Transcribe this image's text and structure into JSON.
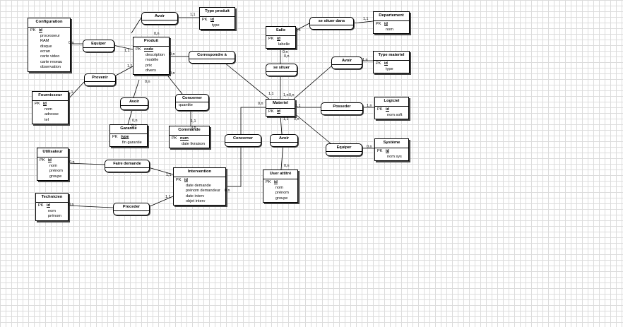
{
  "entities": [
    {
      "id": "configuration",
      "title": "Configuration",
      "pk": "PK",
      "key": "id",
      "attrs": [
        "processeur",
        "RAM",
        "disque",
        "ecran",
        "carte video",
        "carte reseau",
        "observation"
      ]
    },
    {
      "id": "produit",
      "title": "Produit",
      "pk": "PK",
      "key": "code",
      "attrs": [
        "description",
        "modèle",
        "prix",
        "divers"
      ]
    },
    {
      "id": "type-produit",
      "title": "Type produit",
      "pk": "PK",
      "key": "id",
      "attrs": [
        "type"
      ]
    },
    {
      "id": "salle",
      "title": "Salle",
      "pk": "PK",
      "key": "id",
      "attrs": [
        "labelle"
      ]
    },
    {
      "id": "departement",
      "title": "Departement",
      "pk": "PK",
      "key": "id",
      "attrs": [
        "nom"
      ]
    },
    {
      "id": "type-materiel",
      "title": "Type materiel",
      "pk": "PK",
      "key": "id",
      "attrs": [
        "type"
      ]
    },
    {
      "id": "fournisseur",
      "title": "Fournisseur",
      "pk": "PK",
      "key": "id",
      "attrs": [
        "nom",
        "adresse",
        "tel"
      ]
    },
    {
      "id": "materiel",
      "title": "Materiel",
      "pk": "PK",
      "key": "id",
      "attrs": []
    },
    {
      "id": "logiciel",
      "title": "Logiciel",
      "pk": "PK",
      "key": "id",
      "attrs": [
        "nom soft"
      ]
    },
    {
      "id": "garantie",
      "title": "Garantie",
      "pk": "PK",
      "key": "type",
      "attrs": [
        "fin garantie"
      ]
    },
    {
      "id": "commande",
      "title": "Commande",
      "pk": "PK",
      "key": "num",
      "attrs": [
        "date livraison"
      ]
    },
    {
      "id": "systeme",
      "title": "Système",
      "pk": "PK",
      "key": "id",
      "attrs": [
        "nom sys"
      ]
    },
    {
      "id": "utilisateur",
      "title": "Utilisateur",
      "pk": "PK",
      "key": "id",
      "attrs": [
        "nom",
        "prénom",
        "groupe"
      ]
    },
    {
      "id": "intervention",
      "title": "Intervention",
      "pk": "PK",
      "key": "id",
      "attrs": [
        "date demande",
        "prénom demandeur",
        "date interv",
        "objet interv"
      ]
    },
    {
      "id": "user-attitre",
      "title": "User attitré",
      "pk": "PK",
      "key": "id",
      "attrs": [
        "nom",
        "prénom",
        "groupe"
      ]
    },
    {
      "id": "technicien",
      "title": "Technicien",
      "pk": "PK",
      "key": "id",
      "attrs": [
        "nom",
        "prénom"
      ]
    }
  ],
  "associations": [
    {
      "id": "avoir-type-produit",
      "label": "Avoir",
      "attrs": []
    },
    {
      "id": "equiper-config",
      "label": "Equiper",
      "attrs": []
    },
    {
      "id": "provenir",
      "label": "Provenir",
      "attrs": []
    },
    {
      "id": "correspondre",
      "label": "Correspondre à",
      "attrs": []
    },
    {
      "id": "se-situer-dans",
      "label": "se situer dans",
      "attrs": []
    },
    {
      "id": "se-situer",
      "label": "se situer",
      "attrs": []
    },
    {
      "id": "avoir-type-materiel",
      "label": "Avoir",
      "attrs": []
    },
    {
      "id": "avoir-garantie",
      "label": "Avoir",
      "attrs": []
    },
    {
      "id": "concerner-commande",
      "label": "Concerner",
      "attrs": [
        "quantite"
      ]
    },
    {
      "id": "posseder",
      "label": "Posseder",
      "attrs": []
    },
    {
      "id": "concerner-intervention",
      "label": "Concerner",
      "attrs": []
    },
    {
      "id": "avoir-user",
      "label": "Avoir",
      "attrs": []
    },
    {
      "id": "equiper-systeme",
      "label": "Equiper",
      "attrs": []
    },
    {
      "id": "faire-demande",
      "label": "Faire demande",
      "attrs": []
    },
    {
      "id": "proceder",
      "label": "Proceder",
      "attrs": []
    }
  ],
  "cardinalities": {
    "c1": "1,1",
    "c2": "0,n",
    "c3": "0,n",
    "c4": "1,1",
    "c5": "1,1",
    "c6": "0,n",
    "c7": "0,n",
    "c8": "0,n",
    "c9": "0,n",
    "c10": "1,1",
    "c11": "1,1",
    "c12": "1,n",
    "c13": "0,n",
    "c14": "0,n",
    "c15": "1,1",
    "c16": "1,1",
    "c17": "1,n",
    "c18": "0,n",
    "c19": "0,n",
    "c20": "1,1",
    "c21": "1,n",
    "c22": "1,1",
    "c23": "0,n",
    "c24": "0,n",
    "c25": "0,n",
    "c26": "1,1",
    "c27": "0,n",
    "c28": "1,1",
    "c29": "0,n",
    "c30": "0,n",
    "c31": "0,n",
    "c32": "0,n",
    "c33": "0,n"
  }
}
